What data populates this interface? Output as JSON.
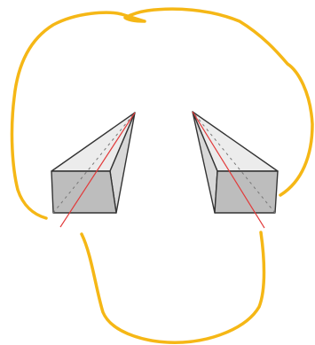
{
  "colors": {
    "outline": "#f5b716",
    "face_light": "#ececec",
    "face_mid": "#d8d8d8",
    "face_dark": "#bdbdbd",
    "edge": "#333333",
    "ray": "#e23a3a",
    "hidden_edge": "#777777",
    "background": "#ffffff"
  },
  "shapes": {
    "outline": "yellow-freehand-loop",
    "left_prism": "left-tapered-prism",
    "right_prism": "right-tapered-prism"
  }
}
